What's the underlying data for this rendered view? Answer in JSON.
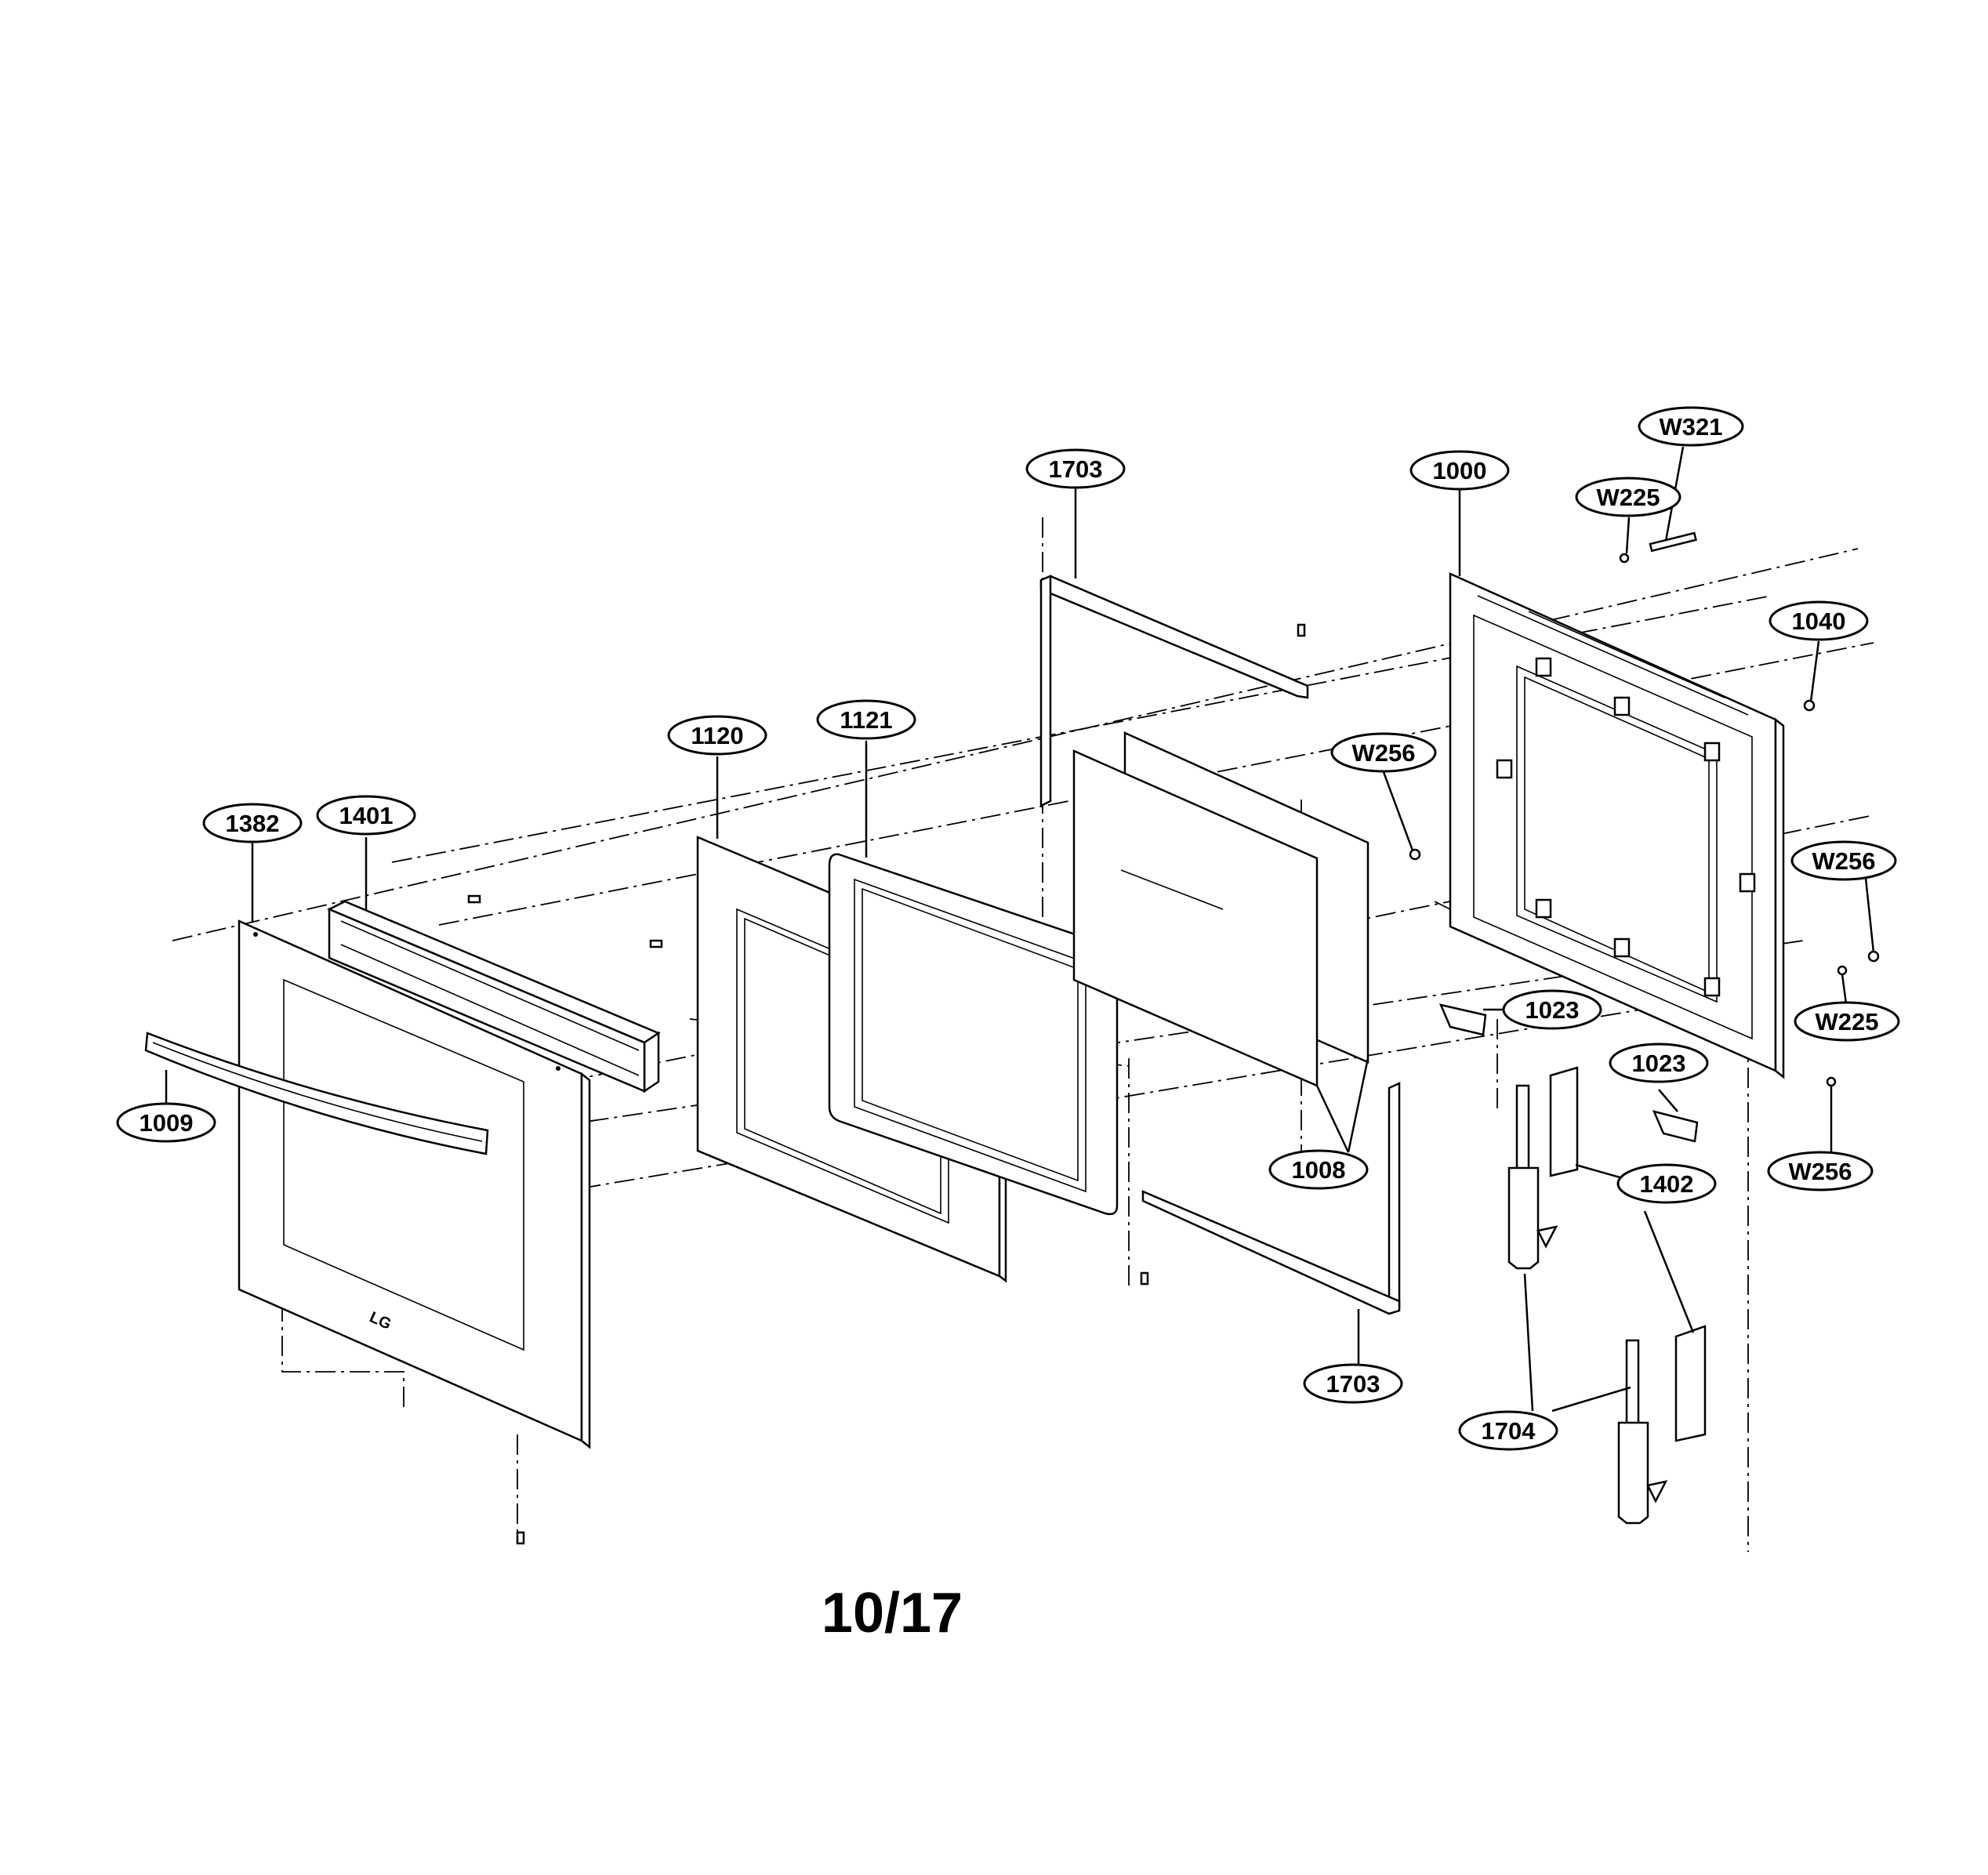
{
  "diagram": {
    "logo_text": "LG",
    "page_number": "10/17",
    "callouts": [
      {
        "id": "c-1703-top",
        "label": "1703"
      },
      {
        "id": "c-1000",
        "label": "1000"
      },
      {
        "id": "c-w321",
        "label": "W321"
      },
      {
        "id": "c-w225-top",
        "label": "W225"
      },
      {
        "id": "c-1040",
        "label": "1040"
      },
      {
        "id": "c-1121",
        "label": "1121"
      },
      {
        "id": "c-1120",
        "label": "1120"
      },
      {
        "id": "c-w256-mid",
        "label": "W256"
      },
      {
        "id": "c-1382",
        "label": "1382"
      },
      {
        "id": "c-1401",
        "label": "1401"
      },
      {
        "id": "c-w256-right",
        "label": "W256"
      },
      {
        "id": "c-1023-left",
        "label": "1023"
      },
      {
        "id": "c-w225-right",
        "label": "W225"
      },
      {
        "id": "c-1023-right",
        "label": "1023"
      },
      {
        "id": "c-1009",
        "label": "1009"
      },
      {
        "id": "c-1008",
        "label": "1008"
      },
      {
        "id": "c-w256-bottom",
        "label": "W256"
      },
      {
        "id": "c-1402",
        "label": "1402"
      },
      {
        "id": "c-1703-bottom",
        "label": "1703"
      },
      {
        "id": "c-1704",
        "label": "1704"
      }
    ]
  }
}
